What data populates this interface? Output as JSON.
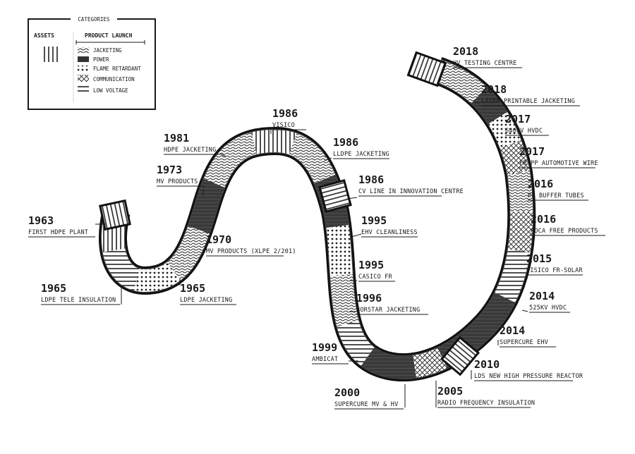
{
  "legend": {
    "title": "CATEGORIES",
    "assets_header": "ASSETS",
    "launch_header": "PRODUCT LAUNCH",
    "items": [
      "JACKETING",
      "POWER",
      "FLAME RETARDANT",
      "COMMUNICATION",
      "LOW VOLTAGE"
    ]
  },
  "milestones": [
    {
      "year": "1963",
      "label": "FIRST HDPE PLANT",
      "category": "asset"
    },
    {
      "year": "1965",
      "label": "LDPE TELE INSULATION",
      "category": "communication"
    },
    {
      "year": "1965",
      "label": "LDPE JACKETING",
      "category": "jacketing"
    },
    {
      "year": "1970",
      "label": "MV PRODUCTS (XLPE 2/201)",
      "category": "power"
    },
    {
      "year": "1973",
      "label": "MV PRODUCTS",
      "category": "power"
    },
    {
      "year": "1981",
      "label": "HDPE JACKETING",
      "category": "jacketing"
    },
    {
      "year": "1986",
      "label": "VISICO",
      "category": "low-voltage"
    },
    {
      "year": "1986",
      "label": "LLDPE JACKETING",
      "category": "jacketing"
    },
    {
      "year": "1986",
      "label": "CV LINE IN INNOVATION CENTRE",
      "category": "asset"
    },
    {
      "year": "1995",
      "label": "EHV CLEANLINESS",
      "category": "power"
    },
    {
      "year": "1995",
      "label": "CASICO FR",
      "category": "flame-retardant"
    },
    {
      "year": "1996",
      "label": "BORSTAR JACKETING",
      "category": "jacketing"
    },
    {
      "year": "1999",
      "label": "AMBICAT",
      "category": "low-voltage"
    },
    {
      "year": "2000",
      "label": "SUPERCURE MV & HV",
      "category": "power"
    },
    {
      "year": "2005",
      "label": "RADIO FREQUENCY INSULATION",
      "category": "communication"
    },
    {
      "year": "2010",
      "label": "LDS NEW HIGH PRESSURE REACTOR",
      "category": "asset"
    },
    {
      "year": "2014",
      "label": "SUPERCURE EHV",
      "category": "power"
    },
    {
      "year": "2014",
      "label": "525KV HVDC",
      "category": "power"
    },
    {
      "year": "2015",
      "label": "VISICO FR-SOLAR",
      "category": "low-voltage"
    },
    {
      "year": "2016",
      "label": "ADCA FREE PRODUCTS",
      "category": "communication"
    },
    {
      "year": "2016",
      "label": "PP BUFFER TUBES",
      "category": "communication"
    },
    {
      "year": "2017",
      "label": "FR PP AUTOMOTIVE WIRE",
      "category": "flame-retardant"
    },
    {
      "year": "2017",
      "label": "640KV HVDC",
      "category": "power"
    },
    {
      "year": "2018",
      "label": "LASER PRINTABLE JACKETING",
      "category": "jacketing"
    },
    {
      "year": "2018",
      "label": "HV TESTING CENTRE",
      "category": "asset"
    }
  ]
}
